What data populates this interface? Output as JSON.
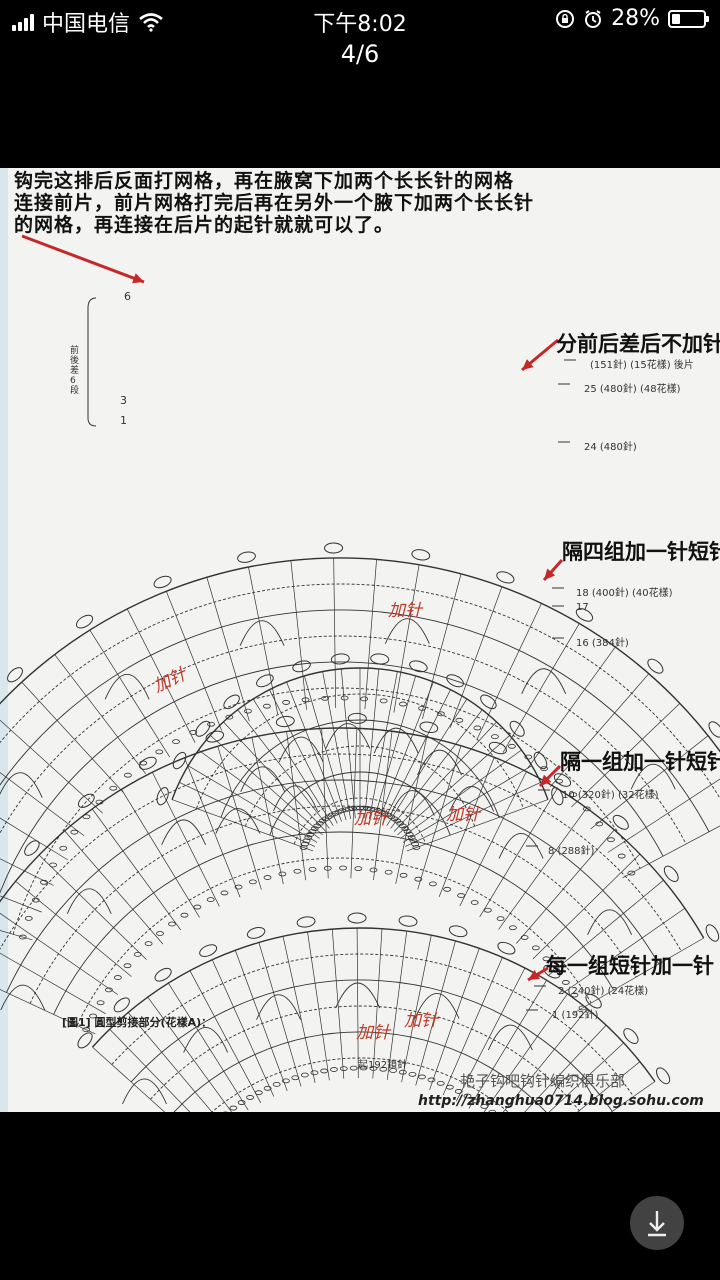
{
  "status_bar": {
    "carrier": "中国电信",
    "time": "下午8:02",
    "battery": "28%",
    "battery_level": 0.28,
    "icons": [
      "signal-icon",
      "wifi-icon",
      "rotation-lock-icon",
      "alarm-icon",
      "battery-icon"
    ]
  },
  "viewer": {
    "counter": "4/6"
  },
  "chart": {
    "heading_lines": [
      "钩完这排后反面打网格，再在腋窝下加两个长长针的网格",
      "连接前片，前片网格打完后再在另外一个腋下加两个长长针",
      "的网格，再连接在后片的起针就就可以了。"
    ],
    "notes": {
      "n1": "分前后差后不加针",
      "n2": "隔四组加一针短针",
      "n3": "隔一组加一针短针",
      "n4": "每一组短针加一针"
    },
    "row_labels": {
      "r_top": "(151針) (15花樣) 後片",
      "r25": "25 (480針) (48花樣)",
      "r24": "24 (480針)",
      "r18": "18 (400針) (40花樣)",
      "r17": "17",
      "r16": "16 (384針)",
      "r10": "10 (320針) (32花樣)",
      "r8": "8 (288針)",
      "r2": "2 (240針) (24花樣)",
      "r1": "1 (192針)"
    },
    "left_markers": {
      "m6": "6",
      "m3": "3",
      "m1": "1"
    },
    "side_label": "前後差6段",
    "red_marks": {
      "a": "加针",
      "b": "加针",
      "c": "加针",
      "d": "加针",
      "e": "加针",
      "f": "加针"
    },
    "caption": "[圖1] 圓型剪接部分(花樣A)：",
    "foundation": "起192鎖針",
    "watermark": "艳子钩吧钩针编织俱乐部",
    "url": "http://zhanghua0714.blog.sohu.com"
  },
  "colors": {
    "background": "#000000",
    "paper": "#f3f3f1",
    "arrow_red": "#c62828",
    "annotation_red": "#c23a2a"
  }
}
